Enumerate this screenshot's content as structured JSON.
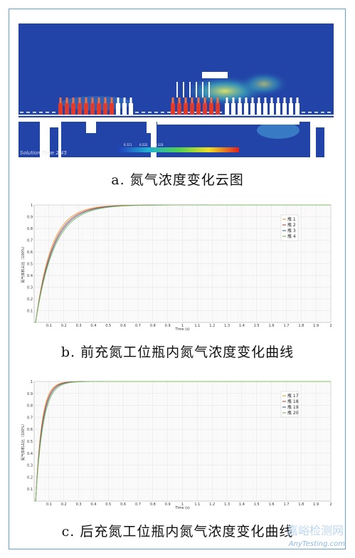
{
  "captions": {
    "a": "a. 氮气浓度变化云图",
    "b": "b. 前充氮工位瓶内氮气浓度变化曲线",
    "c": "c. 后充氮工位瓶内氮气浓度变化曲线"
  },
  "cfd": {
    "solution_time": "Solution Time 2.45",
    "scale_labels": [
      "0.111",
      "0.222",
      "0.333"
    ]
  },
  "watermark": {
    "cn": "嘉峪检测网",
    "en": "AnyTesting.com"
  },
  "chart_data": [
    {
      "type": "line",
      "xlabel": "Time (s)",
      "ylabel": "氮气体积占比（100%）",
      "xlim": [
        0,
        2
      ],
      "ylim": [
        0,
        1
      ],
      "xticks": [
        "0.1",
        "0.2",
        "0.3",
        "0.4",
        "0.5",
        "0.6",
        "0.7",
        "0.8",
        "0.9",
        "1",
        "1.1",
        "1.2",
        "1.3",
        "1.4",
        "1.5",
        "1.6",
        "1.7",
        "1.8",
        "1.9",
        "2"
      ],
      "yticks": [
        "0.1",
        "0.2",
        "0.3",
        "0.4",
        "0.5",
        "0.6",
        "0.7",
        "0.8",
        "0.9",
        "1"
      ],
      "grid": true,
      "legend": "top-right",
      "series": [
        {
          "name": "瓶 1",
          "color": "#e8a13a",
          "tau": 0.105
        },
        {
          "name": "瓶 2",
          "color": "#c0504d",
          "tau": 0.112
        },
        {
          "name": "瓶 3",
          "color": "#4f6f9f",
          "tau": 0.118
        },
        {
          "name": "瓶 4",
          "color": "#7fbf5f",
          "tau": 0.125
        }
      ]
    },
    {
      "type": "line",
      "xlabel": "Time (s)",
      "ylabel": "氮气体积占比（100%）",
      "xlim": [
        0,
        2
      ],
      "ylim": [
        0,
        1
      ],
      "xticks": [
        "0.1",
        "0.2",
        "0.3",
        "0.4",
        "0.5",
        "0.6",
        "0.7",
        "0.8",
        "0.9",
        "1",
        "1.1",
        "1.2",
        "1.3",
        "1.4",
        "1.5",
        "1.6",
        "1.7",
        "1.8",
        "1.9",
        "2"
      ],
      "yticks": [
        "0.1",
        "0.2",
        "0.3",
        "0.4",
        "0.5",
        "0.6",
        "0.7",
        "0.8",
        "0.9",
        "1"
      ],
      "grid": true,
      "legend": "top-right",
      "series": [
        {
          "name": "瓶 17",
          "color": "#e8a13a",
          "tau": 0.04
        },
        {
          "name": "瓶 18",
          "color": "#c0504d",
          "tau": 0.043
        },
        {
          "name": "瓶 19",
          "color": "#4f6f9f",
          "tau": 0.046
        },
        {
          "name": "瓶 20",
          "color": "#7fbf5f",
          "tau": 0.05
        }
      ]
    }
  ]
}
